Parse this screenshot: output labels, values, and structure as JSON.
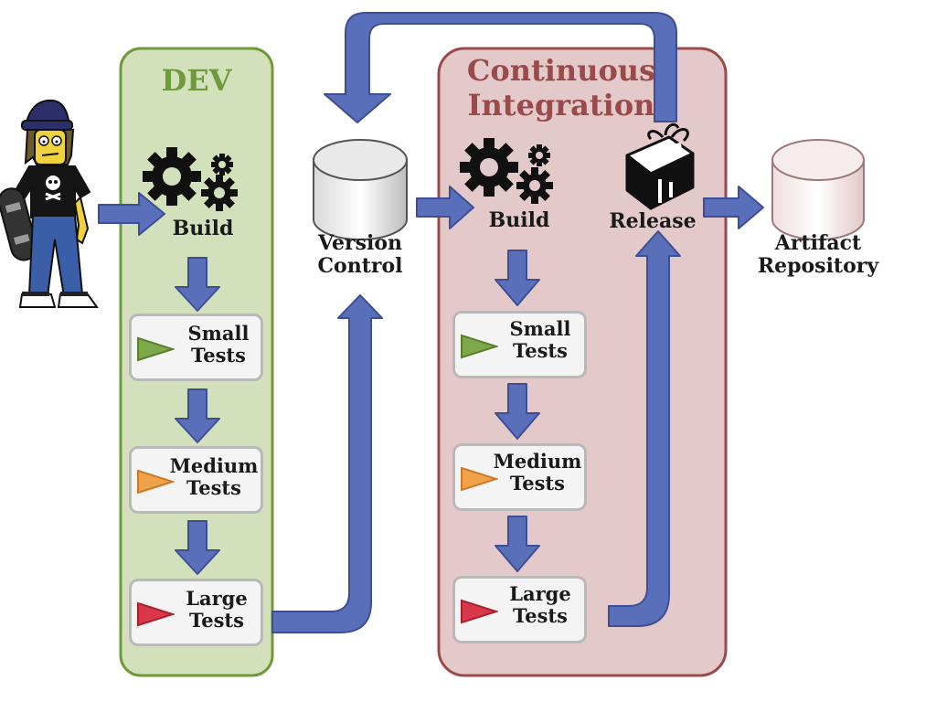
{
  "dev": {
    "title": "DEV",
    "build": "Build",
    "tests": [
      {
        "line1": "Small",
        "line2": "Tests"
      },
      {
        "line1": "Medium",
        "line2": "Tests"
      },
      {
        "line1": "Large",
        "line2": "Tests"
      }
    ]
  },
  "version_control": {
    "line1": "Version",
    "line2": "Control"
  },
  "ci": {
    "title_line1": "Continuous",
    "title_line2": "Integration",
    "build": "Build",
    "release": "Release",
    "tests": [
      {
        "line1": "Small",
        "line2": "Tests"
      },
      {
        "line1": "Medium",
        "line2": "Tests"
      },
      {
        "line1": "Large",
        "line2": "Tests"
      }
    ]
  },
  "artifact_repository": {
    "line1": "Artifact",
    "line2": "Repository"
  },
  "colors": {
    "dev_panel": "#d3e0bc",
    "dev_border": "#6f9a3a",
    "dev_title": "#6f9a3a",
    "ci_panel": "#e3c9c9",
    "ci_border": "#9a4a4a",
    "ci_title": "#9a4a4a",
    "arrow": "#5a6fba",
    "arrow_stroke": "#3e4e95",
    "small_test": "#7ea84a",
    "medium_test": "#f0a24a",
    "large_test": "#d9384a"
  },
  "icons": [
    "developer-figure-icon",
    "gears-icon",
    "database-icon",
    "gift-box-icon"
  ]
}
